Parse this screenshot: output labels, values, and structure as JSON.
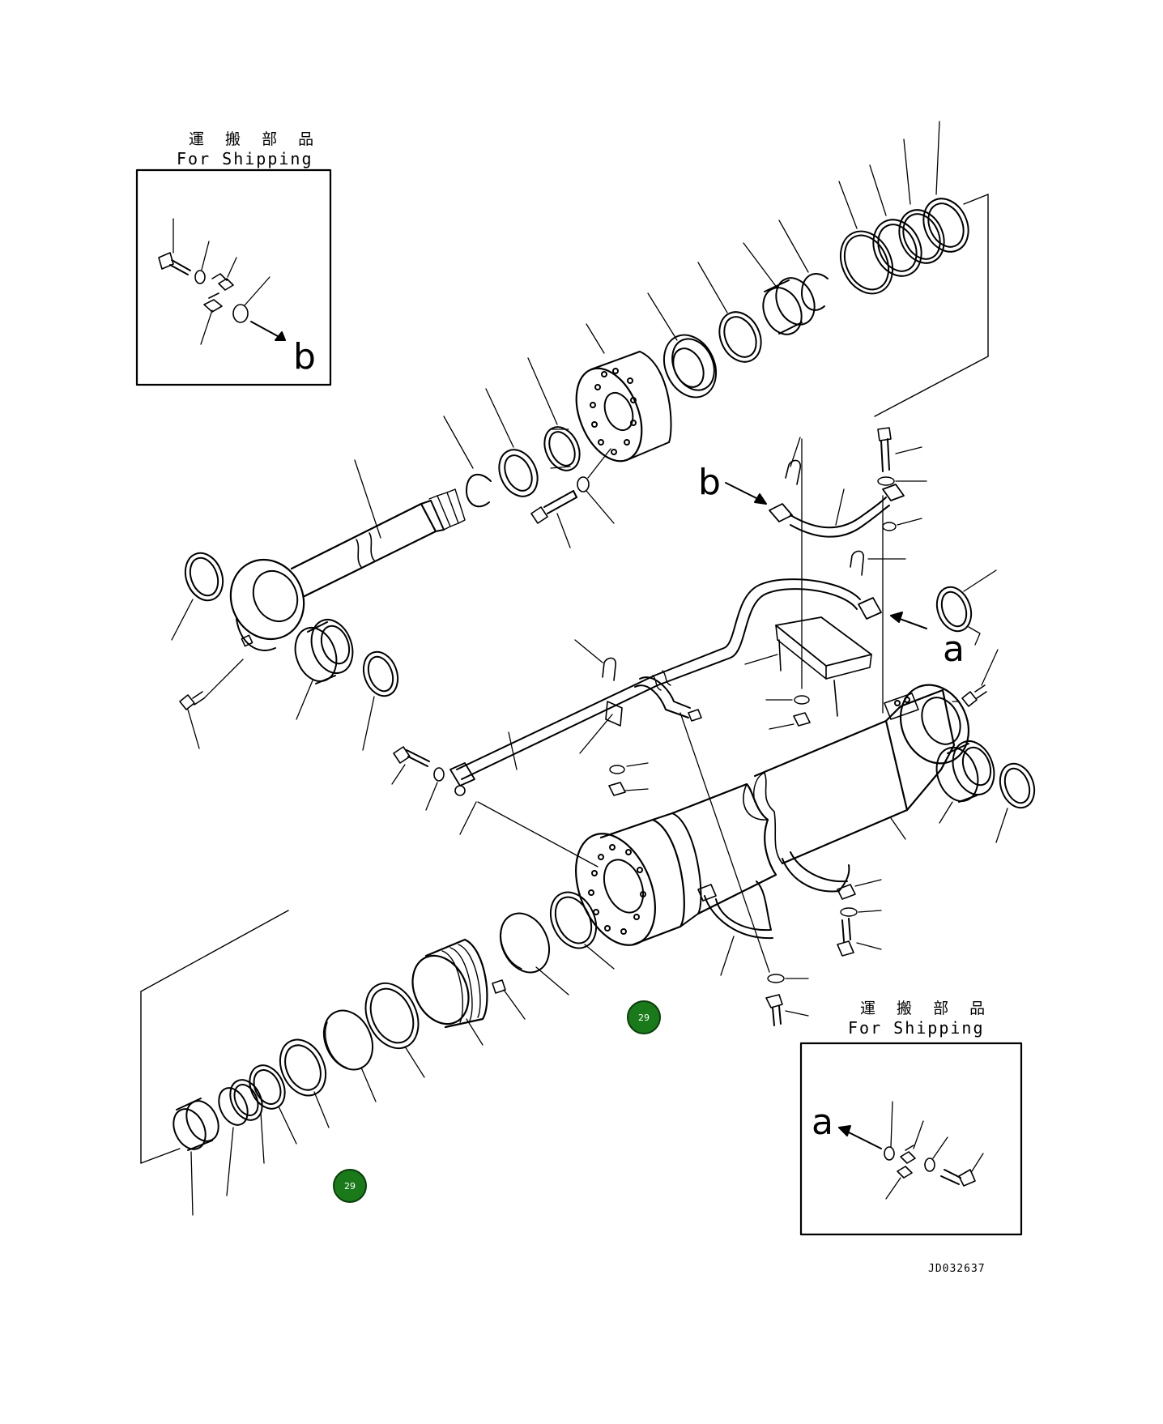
{
  "inset_top": {
    "label_jp": "運 搬 部 品",
    "label_en": "For Shipping",
    "arrow_letter": "b"
  },
  "inset_bottom": {
    "label_jp": "運 搬 部 品",
    "label_en": "For Shipping",
    "arrow_letter": "a"
  },
  "callouts": {
    "b": "b",
    "a": "a"
  },
  "drawing_code": "JD032637",
  "hotspots": [
    {
      "label": "29"
    },
    {
      "label": "29"
    }
  ],
  "colors": {
    "hotspot_fill": "#1a7a1a",
    "hotspot_ring": "#0b3d0b",
    "line": "#000000"
  }
}
